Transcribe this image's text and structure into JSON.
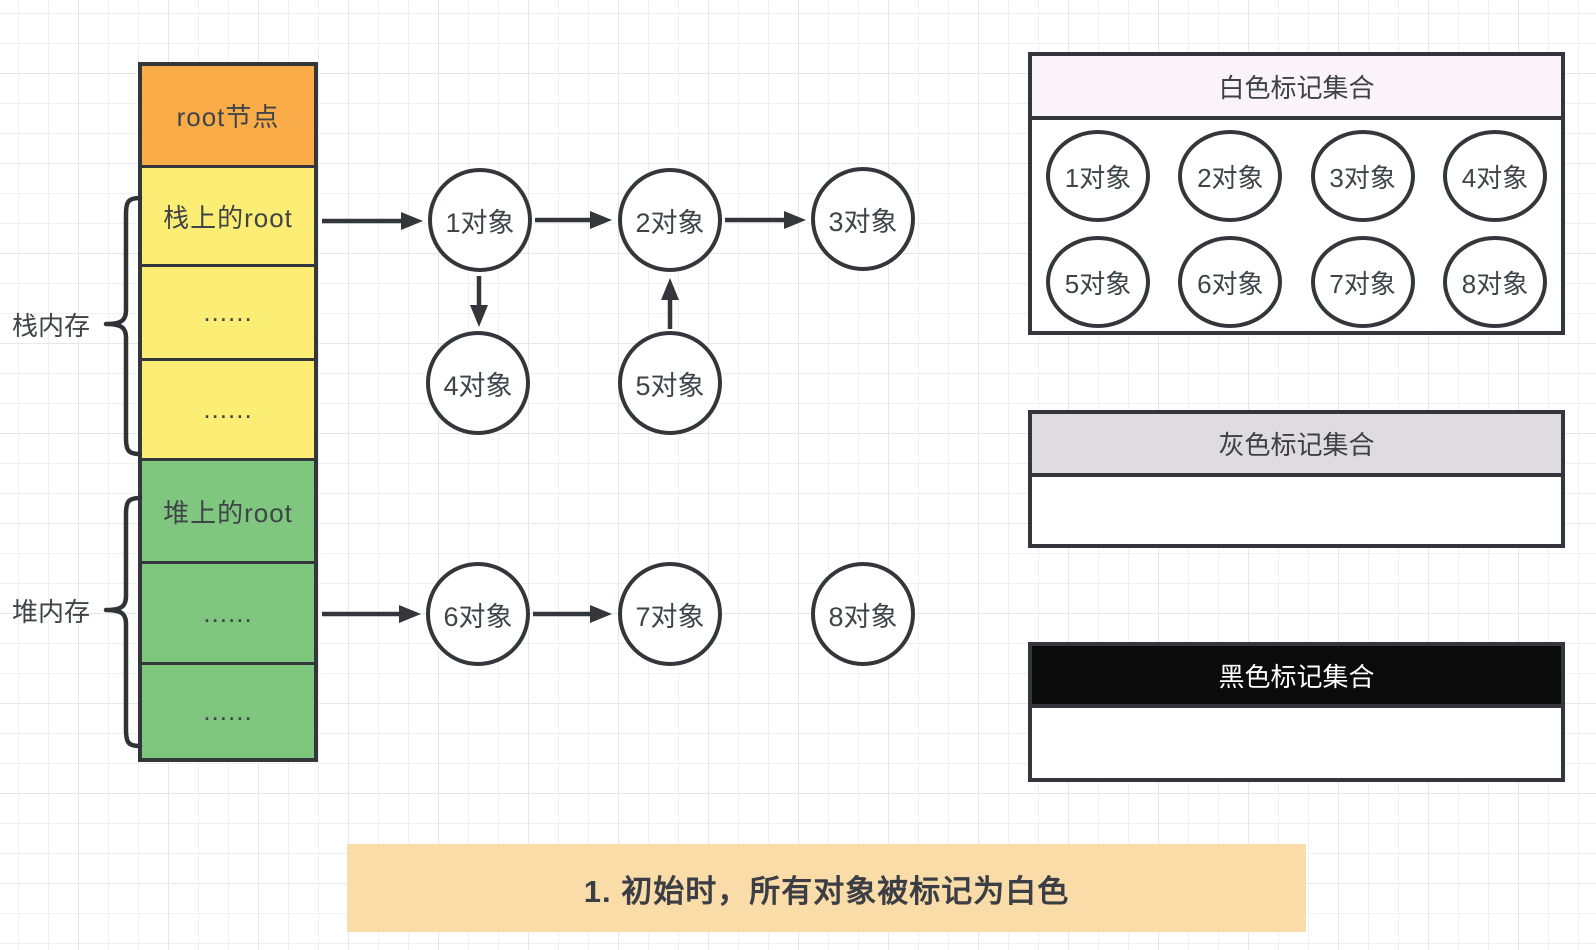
{
  "memory": {
    "stack_region_label": "栈内存",
    "heap_region_label": "堆内存",
    "rows": [
      {
        "label": "root节点",
        "type": "root"
      },
      {
        "label": "栈上的root",
        "type": "stack"
      },
      {
        "label": "......",
        "type": "stack"
      },
      {
        "label": "......",
        "type": "stack"
      },
      {
        "label": "堆上的root",
        "type": "heap"
      },
      {
        "label": "......",
        "type": "heap"
      },
      {
        "label": "......",
        "type": "heap"
      }
    ]
  },
  "graph": {
    "nodes": [
      "1对象",
      "2对象",
      "3对象",
      "4对象",
      "5对象",
      "6对象",
      "7对象",
      "8对象"
    ],
    "edges": [
      {
        "from": "栈上的root",
        "to": "1对象"
      },
      {
        "from": "1对象",
        "to": "2对象"
      },
      {
        "from": "2对象",
        "to": "3对象"
      },
      {
        "from": "1对象",
        "to": "4对象"
      },
      {
        "from": "5对象",
        "to": "2对象"
      },
      {
        "from": "堆内存......",
        "to": "6对象"
      },
      {
        "from": "6对象",
        "to": "7对象"
      }
    ]
  },
  "sets": {
    "white": {
      "title": "白色标记集合",
      "members": [
        "1对象",
        "2对象",
        "3对象",
        "4对象",
        "5对象",
        "6对象",
        "7对象",
        "8对象"
      ]
    },
    "gray": {
      "title": "灰色标记集合",
      "members": []
    },
    "black": {
      "title": "黑色标记集合",
      "members": []
    }
  },
  "caption": {
    "text": "1. 初始时，所有对象被标记为白色"
  },
  "colors": {
    "root_orange": "#F9AC47",
    "stack_yellow": "#FCEE74",
    "heap_green": "#7FC67F",
    "white_set_header": "#FAF4FA",
    "gray_set_header": "#DFDBDF",
    "black_set_header": "#0B0B0B",
    "caption_bg": "#FADCA9",
    "stroke": "#33363A"
  }
}
